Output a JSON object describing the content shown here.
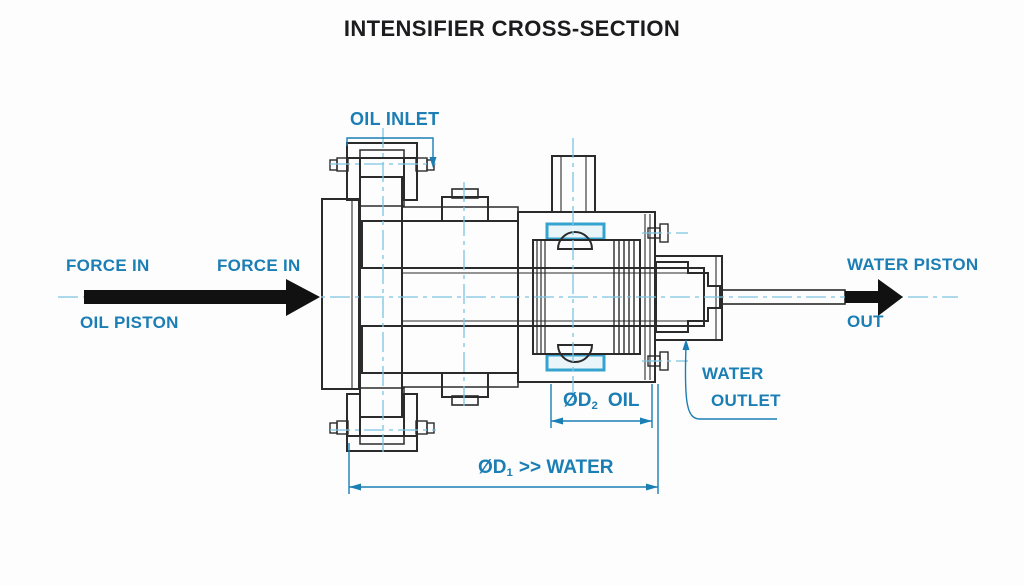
{
  "title": "INTENSIFIER CROSS-SECTION",
  "labels": {
    "force_in_left": "FORCE IN",
    "force_in_inner": "FORCE IN",
    "oil_piston": "OIL PISTON",
    "oil_inlet": "OIL INLET",
    "water_piston": "WATER PISTON",
    "out": "OUT",
    "water_outlet_line1": "WATER",
    "water_outlet_line2": "OUTLET"
  },
  "dimensions": {
    "d2": {
      "prefix": "ØD",
      "sub": "2",
      "suffix": "OIL"
    },
    "d1": {
      "prefix": "ØD",
      "sub": "1",
      "suffix": ">> WATER"
    }
  },
  "colors": {
    "label_blue": "#1b7eb4",
    "centerline_cyan": "#7cc5e3",
    "outline_dark": "#2b2b2b",
    "arrow_black": "#111111",
    "hatch_blue_bg": "#cfe6f2",
    "hatch_blue_line": "#79aecb",
    "hatch_steel_line": "#979da2",
    "valve_seat_blue": "#35a3cf",
    "background": "#fdfdfd"
  }
}
